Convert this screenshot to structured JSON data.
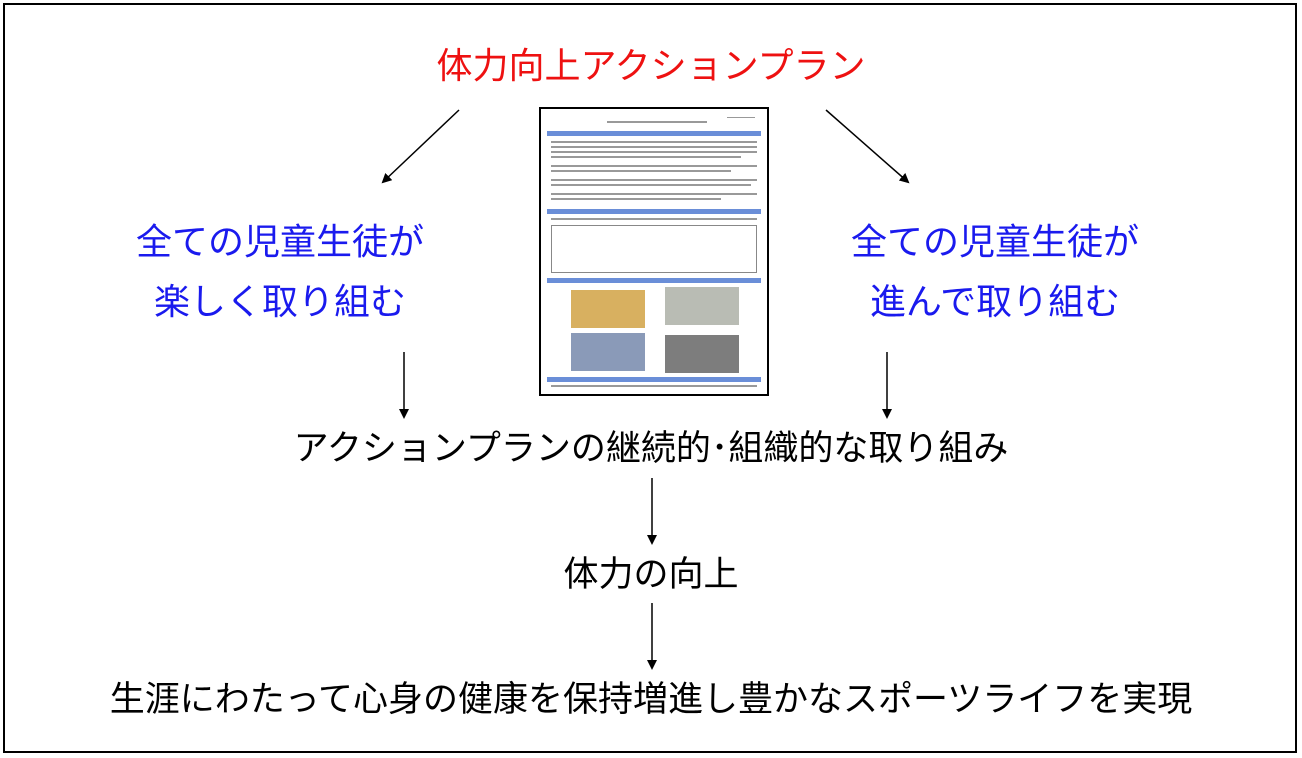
{
  "title": "体力向上アクションプラン",
  "left_goal": {
    "line1": "全ての児童生徒が",
    "line2": "楽しく取り組む"
  },
  "right_goal": {
    "line1": "全ての児童生徒が",
    "line2": "進んで取り組む"
  },
  "step1": "アクションプランの継続的･組織的な取り組み",
  "step2": "体力の向上",
  "step3": "生涯にわたって心身の健康を保持増進し豊かなスポーツライフを実現",
  "colors": {
    "title": "#ee1111",
    "goals": "#1a1aee",
    "text": "#000000"
  }
}
